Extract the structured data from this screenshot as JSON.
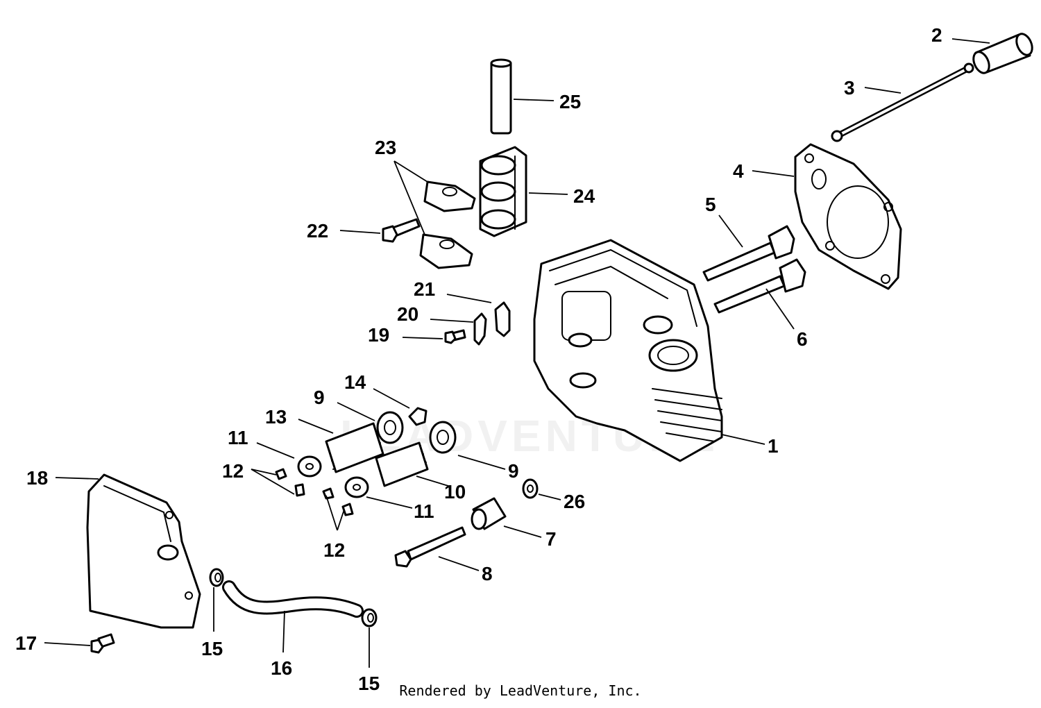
{
  "diagram": {
    "type": "exploded-parts",
    "callouts": [
      {
        "number": "1"
      },
      {
        "number": "2"
      },
      {
        "number": "3"
      },
      {
        "number": "4"
      },
      {
        "number": "5"
      },
      {
        "number": "6"
      },
      {
        "number": "7"
      },
      {
        "number": "8"
      },
      {
        "number": "9"
      },
      {
        "number": "9"
      },
      {
        "number": "10"
      },
      {
        "number": "11"
      },
      {
        "number": "11"
      },
      {
        "number": "12"
      },
      {
        "number": "12"
      },
      {
        "number": "13"
      },
      {
        "number": "14"
      },
      {
        "number": "15"
      },
      {
        "number": "15"
      },
      {
        "number": "16"
      },
      {
        "number": "17"
      },
      {
        "number": "18"
      },
      {
        "number": "19"
      },
      {
        "number": "20"
      },
      {
        "number": "21"
      },
      {
        "number": "22"
      },
      {
        "number": "23"
      },
      {
        "number": "24"
      },
      {
        "number": "25"
      },
      {
        "number": "26"
      }
    ]
  },
  "watermark": "LEADVENTURE",
  "footer": {
    "credit": "Rendered by LeadVenture, Inc."
  }
}
